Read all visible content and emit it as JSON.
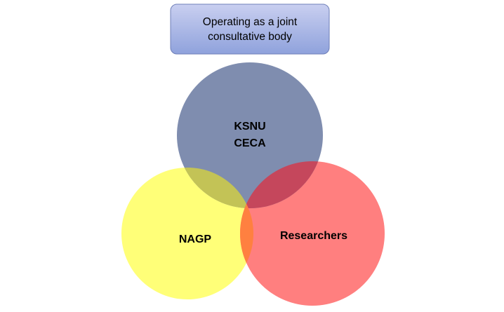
{
  "title_box": {
    "lines": [
      "Operating as a joint",
      "consultative body"
    ]
  },
  "circles": {
    "top": {
      "lines": [
        "KSNU",
        "CECA"
      ],
      "color": "#7f8daf"
    },
    "left": {
      "lines": [
        "NAGP"
      ],
      "color": "#ffff78"
    },
    "right": {
      "lines": [
        "Researchers"
      ],
      "color": "#ff7f7f"
    }
  },
  "overlaps": {
    "top_left": "#c3c356",
    "top_right": "#c5475c",
    "left_right": "#ff8040",
    "center": "#ff8040"
  }
}
